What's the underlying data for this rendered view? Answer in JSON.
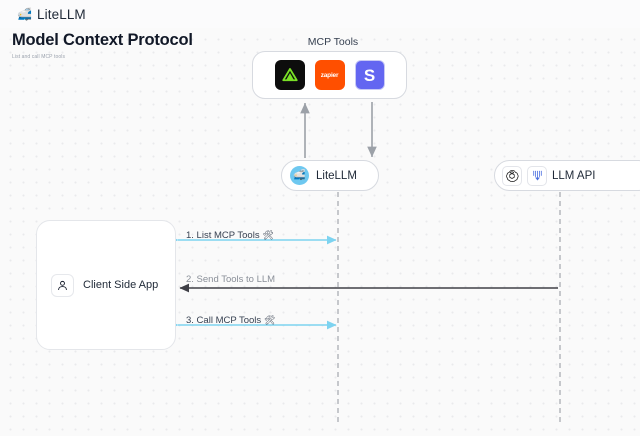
{
  "topbar": {
    "brand_emoji": "🚅",
    "brand_name": "LiteLLM",
    "brand_icon": "bullet-train-icon"
  },
  "heading": {
    "title": "Model Context Protocol",
    "subtitle": "List and call MCP tools"
  },
  "diagram": {
    "type": "sequence-diagram",
    "mcp_group": {
      "title": "MCP Tools",
      "tools": [
        {
          "name": "triangle-logo",
          "label": "",
          "bg": "#0d0d0d",
          "fg": "#7ae026"
        },
        {
          "name": "zapier-logo",
          "label": "zapier",
          "bg": "#ff4f00",
          "fg": "#ffffff"
        },
        {
          "name": "slack-logo",
          "label": "S",
          "bg": "#6366f1",
          "fg": "#ffffff"
        }
      ]
    },
    "nodes": [
      {
        "id": "client",
        "label": "Client Side App",
        "icon": "person-icon"
      },
      {
        "id": "litellm",
        "label": "LiteLLM",
        "icon": "litellm-avatar-icon"
      },
      {
        "id": "llmapi",
        "label": "LLM API",
        "icons": [
          "openai-logo-icon",
          "anthropic-logo-icon"
        ]
      }
    ],
    "messages": [
      {
        "step": "1.",
        "text": "1. List MCP Tools",
        "emoji": "🛠",
        "color": "#7dd3f0",
        "direction": "bidirectional"
      },
      {
        "step": "2.",
        "text": "2. Send Tools to LLM",
        "emoji": "",
        "color": "#3f3f46",
        "direction": "left"
      },
      {
        "step": "3.",
        "text": "3. Call MCP Tools",
        "emoji": "🛠",
        "color": "#7dd3f0",
        "direction": "bidirectional"
      }
    ],
    "colors": {
      "canvas_bg": "#fafafa",
      "dot_grid": "#e9eaec",
      "accent_blue": "#7dd3f0",
      "lifeline": "#c6c8cc",
      "arrow_dark": "#3f3f46"
    }
  }
}
